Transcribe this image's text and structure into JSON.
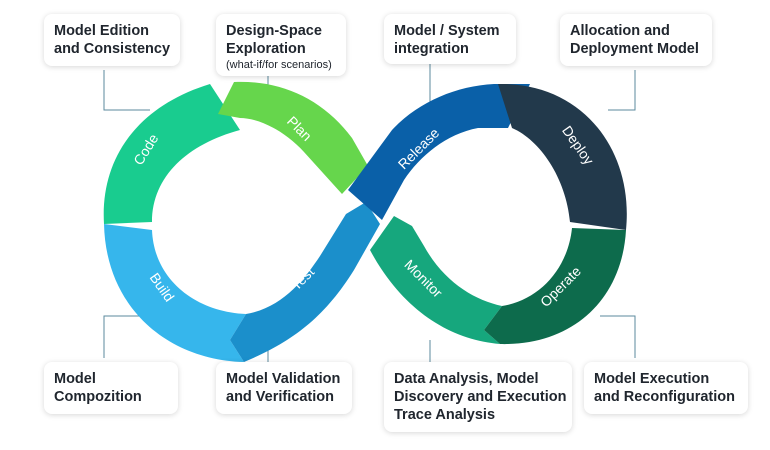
{
  "colors": {
    "code": "#19cc8f",
    "plan": "#66d64c",
    "build": "#36b6ec",
    "test": "#1b8fcb",
    "release": "#0a60a8",
    "deploy": "#22394b",
    "monitor": "#16a77d",
    "operate": "#0d6b4c",
    "connector": "#5b8a9e"
  },
  "segments": {
    "code": "Code",
    "plan": "Plan",
    "build": "Build",
    "test": "Test",
    "release": "Release",
    "deploy": "Deploy",
    "monitor": "Monitor",
    "operate": "Operate"
  },
  "cards": {
    "code": {
      "line1": "Model Edition",
      "line2": "and Consistency"
    },
    "plan": {
      "line1": "Design-Space",
      "line2": "Exploration",
      "note": "(what-if/for scenarios)"
    },
    "release": {
      "line1": "Model / System",
      "line2": "integration"
    },
    "deploy": {
      "line1": "Allocation and",
      "line2": "Deployment Model"
    },
    "build": {
      "line1": "Model",
      "line2": "Compozition"
    },
    "test": {
      "line1": "Model Validation",
      "line2": "and Verification"
    },
    "monitor": {
      "line1": "Data Analysis, Model",
      "line2": "Discovery and Execution",
      "line3": "Trace Analysis"
    },
    "operate": {
      "line1": "Model Execution",
      "line2": "and Reconfiguration"
    }
  }
}
